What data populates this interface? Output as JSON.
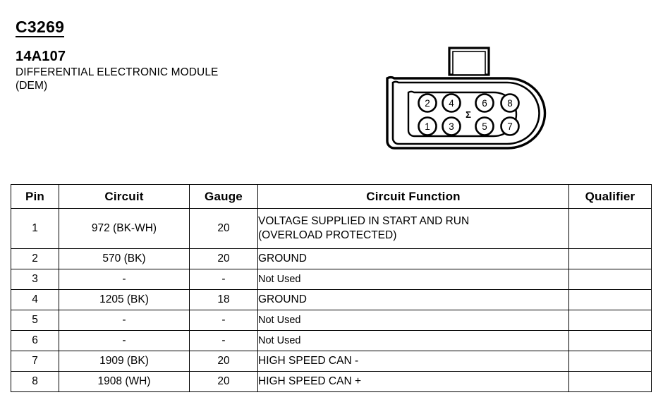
{
  "header": {
    "connector_id": "C3269",
    "part_number": "14A107",
    "part_name": "DIFFERENTIAL ELECTRONIC MODULE",
    "part_name_abbr": "(DEM)"
  },
  "connector": {
    "keying_symbol": "Σ",
    "pins_top": [
      "2",
      "4",
      "6",
      "8"
    ],
    "pins_bottom": [
      "1",
      "3",
      "5",
      "7"
    ]
  },
  "table": {
    "headers": {
      "pin": "Pin",
      "circuit": "Circuit",
      "gauge": "Gauge",
      "function": "Circuit Function",
      "qualifier": "Qualifier"
    },
    "rows": [
      {
        "pin": "1",
        "circuit": "972 (BK-WH)",
        "gauge": "20",
        "function_line1": "VOLTAGE SUPPLIED IN START AND RUN",
        "function_line2": "(OVERLOAD PROTECTED)",
        "qualifier": ""
      },
      {
        "pin": "2",
        "circuit": "570 (BK)",
        "gauge": "20",
        "function_line1": "GROUND",
        "function_line2": "",
        "qualifier": ""
      },
      {
        "pin": "3",
        "circuit": "-",
        "gauge": "-",
        "function_line1": "Not Used",
        "function_line2": "",
        "qualifier": ""
      },
      {
        "pin": "4",
        "circuit": "1205 (BK)",
        "gauge": "18",
        "function_line1": "GROUND",
        "function_line2": "",
        "qualifier": ""
      },
      {
        "pin": "5",
        "circuit": "-",
        "gauge": "-",
        "function_line1": "Not Used",
        "function_line2": "",
        "qualifier": ""
      },
      {
        "pin": "6",
        "circuit": "-",
        "gauge": "-",
        "function_line1": "Not Used",
        "function_line2": "",
        "qualifier": ""
      },
      {
        "pin": "7",
        "circuit": "1909 (BK)",
        "gauge": "20",
        "function_line1": "HIGH SPEED CAN -",
        "function_line2": "",
        "qualifier": ""
      },
      {
        "pin": "8",
        "circuit": "1908 (WH)",
        "gauge": "20",
        "function_line1": "HIGH SPEED CAN +",
        "function_line2": "",
        "qualifier": ""
      }
    ]
  },
  "colors": {
    "ink": "#000000",
    "page": "#ffffff"
  }
}
